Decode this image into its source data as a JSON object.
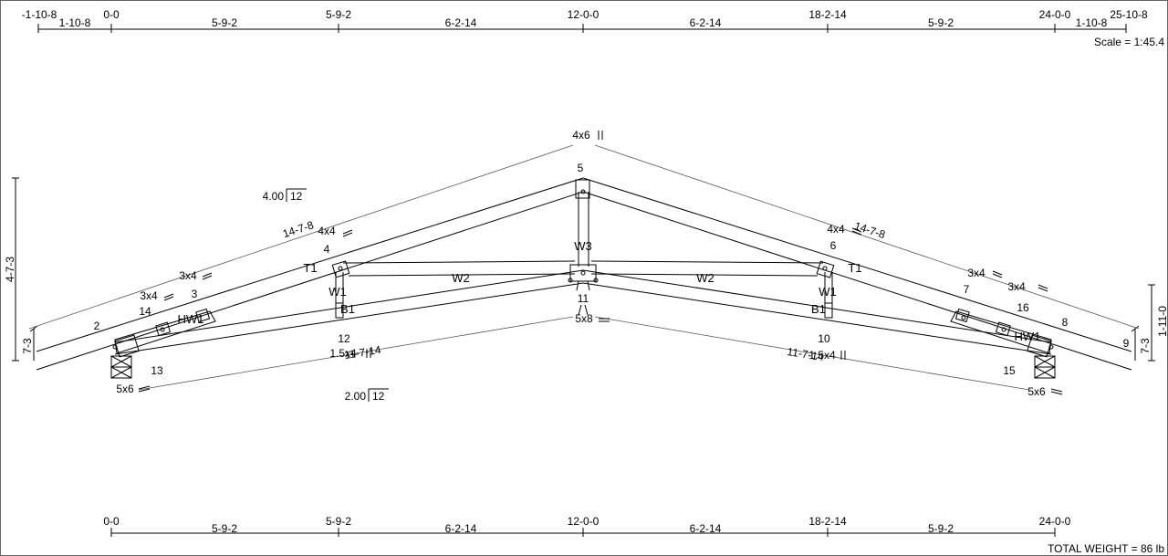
{
  "scale_label": "Scale = 1:45.4",
  "total_weight_label": "TOTAL WEIGHT =  86 lb",
  "top_dims": {
    "ticks": [
      "-1-10-8",
      "0-0",
      "5-9-2",
      "12-0-0",
      "18-2-14",
      "24-0-0",
      "25-10-8"
    ],
    "spans": [
      "1-10-8",
      "5-9-2",
      "6-2-14",
      "6-2-14",
      "5-9-2",
      "1-10-8"
    ]
  },
  "bottom_dims": {
    "ticks": [
      "0-0",
      "5-9-2",
      "12-0-0",
      "18-2-14",
      "24-0-0"
    ],
    "spans": [
      "5-9-2",
      "6-2-14",
      "6-2-14",
      "5-9-2"
    ]
  },
  "heights": {
    "left_total": "4-7-3",
    "left_heel": "7-3",
    "right_total": "1-11-0",
    "right_heel": "7-3"
  },
  "pitch": {
    "top_rise": "4.00",
    "top_run": "12",
    "bottom_rise": "2.00",
    "bottom_run": "12"
  },
  "chord_lengths": {
    "top_left": "14-7-8",
    "top_right": "14-7-8",
    "bottom_left": "11-7-14",
    "bottom_right": "11-7-14"
  },
  "plates": {
    "apex": "4x6",
    "left_top_4x4": "4x4",
    "right_top_4x4": "4x4",
    "left_3x4_a": "3x4",
    "left_3x4_b": "3x4",
    "right_3x4_a": "3x4",
    "right_3x4_b": "3x4",
    "center_bottom": "5x8",
    "left_bottom": "1.5x4",
    "right_bottom": "1.5x4",
    "left_heel": "5x6",
    "right_heel": "5x6"
  },
  "joints": [
    "2",
    "3",
    "4",
    "5",
    "6",
    "7",
    "8",
    "9",
    "10",
    "11",
    "12",
    "13",
    "14",
    "15",
    "16"
  ],
  "members": {
    "top_left": "T1",
    "top_right": "T1",
    "web_left": "W1",
    "web_right": "W1",
    "web_mid_left": "W2",
    "web_mid_right": "W2",
    "web_center": "W3",
    "bottom_left": "B1",
    "bottom_right": "B1",
    "heel_wedge_left": "HW1",
    "heel_wedge_right": "HW1"
  }
}
